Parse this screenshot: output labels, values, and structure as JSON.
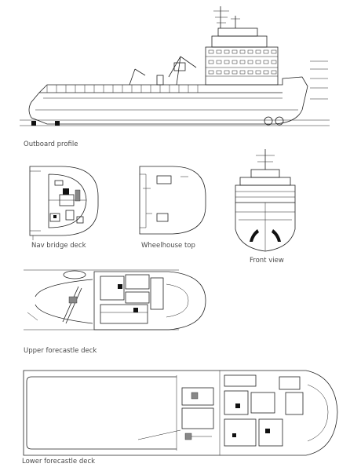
{
  "views": {
    "outboard_profile": "Outboard profile",
    "nav_bridge_deck": "Nav bridge deck",
    "wheelhouse_top": "Wheelhouse top",
    "front_view": "Front view",
    "upper_forecastle_deck": "Upper forecastle deck",
    "lower_forecastle_deck": "Lower forecastle deck"
  }
}
